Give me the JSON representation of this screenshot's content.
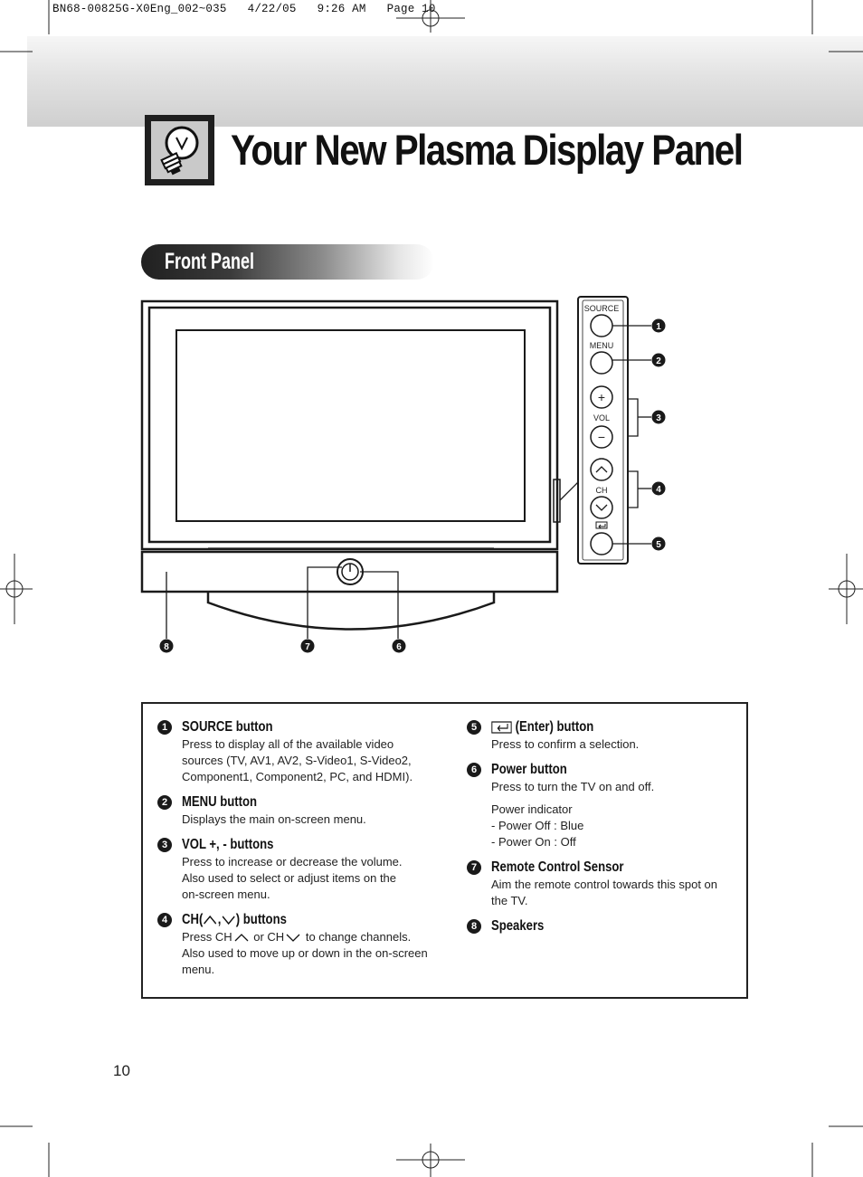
{
  "slug": "BN68-00825G-X0Eng_002~035   4/22/05   9:26 AM   Page 10",
  "page_title": "Your New Plasma Display Panel",
  "section_title": "Front Panel",
  "side_panel": {
    "source_label": "SOURCE",
    "menu_label": "MENU",
    "vol_label": "VOL",
    "ch_label": "CH",
    "plus_glyph": "+",
    "minus_glyph": "−"
  },
  "callouts": [
    "1",
    "2",
    "3",
    "4",
    "5",
    "6",
    "7",
    "8"
  ],
  "items": [
    {
      "number": "1",
      "title": "SOURCE button",
      "desc_lines": [
        "Press to display all of the available video",
        "sources (TV, AV1, AV2, S-Video1, S-Video2,",
        "Component1, Component2, PC, and HDMI)."
      ]
    },
    {
      "number": "2",
      "title": "MENU button",
      "desc_lines": [
        "Displays the main on-screen menu."
      ]
    },
    {
      "number": "3",
      "title": "VOL +, - buttons",
      "desc_lines": [
        "Press to increase or decrease the volume.",
        "Also used to select or adjust items on the",
        "on-screen menu."
      ]
    },
    {
      "number": "4",
      "title_prefix": "CH(",
      "title_mid": ",",
      "title_suffix": ") buttons",
      "desc_press": "Press CH",
      "desc_or": "or CH",
      "desc_rest": "to change channels.",
      "desc_lines": [
        "Also used to move up or down in the on-screen",
        "menu."
      ]
    },
    {
      "number": "5",
      "title": "(Enter) button",
      "desc_lines": [
        "Press to confirm a selection."
      ]
    },
    {
      "number": "6",
      "title": "Power button",
      "desc_lines": [
        "Press to turn the TV on and off."
      ],
      "extra_lines": [
        "Power indicator",
        "- Power Off : Blue",
        "- Power On : Off"
      ]
    },
    {
      "number": "7",
      "title": "Remote Control Sensor",
      "desc_lines": [
        "Aim the remote control towards this spot on",
        "the TV."
      ]
    },
    {
      "number": "8",
      "title": "Speakers",
      "desc_lines": []
    }
  ],
  "page_number": "10"
}
